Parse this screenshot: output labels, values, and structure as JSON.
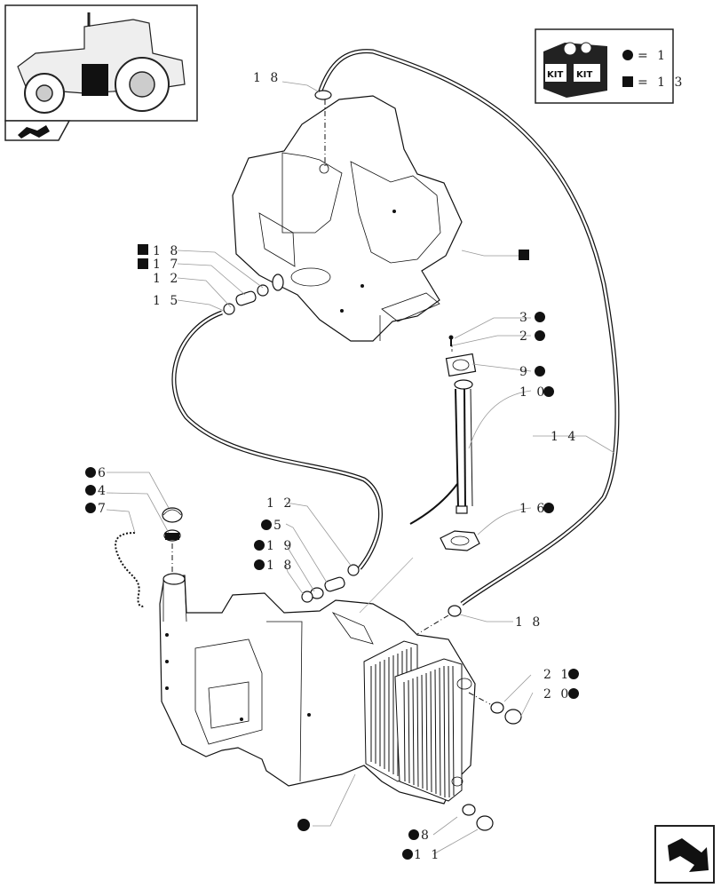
{
  "kit_legend": {
    "circle_value": "= 1",
    "square_value": "= 1 3",
    "kit_text": "KIT"
  },
  "labels": {
    "l18_top": "1 8",
    "l18_a": "1 8",
    "l17": "1 7",
    "l12_a": "1 2",
    "l15": "1 5",
    "l3": "3",
    "l2": "2",
    "l9": "9",
    "l10": "1 0",
    "l14": "1 4",
    "l16": "1 6",
    "l6": "6",
    "l4": "4",
    "l7": "7",
    "l12_b": "1 2",
    "l5": "5",
    "l19": "1 9",
    "l18_b": "1 8",
    "l18_c": "1 8",
    "l21": "2 1",
    "l20": "2 0",
    "l8": "8",
    "l11": "1 1"
  },
  "icons": [
    "tractor-thumbnail-icon",
    "kit-box-icon",
    "nav-arrow-icon",
    "back-navigation-icon"
  ]
}
